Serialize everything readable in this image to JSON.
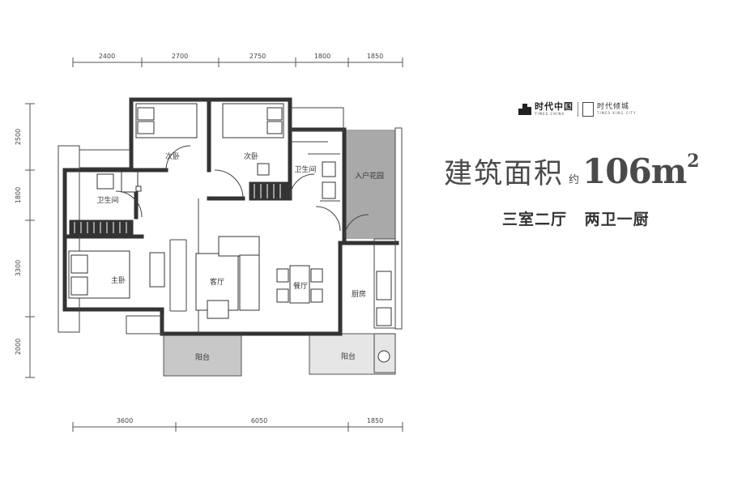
{
  "dimensions": {
    "top": [
      "2400",
      "2700",
      "2750",
      "1800",
      "1850"
    ],
    "bottom": [
      "3600",
      "6050",
      "1850"
    ],
    "left": [
      "2500",
      "1800",
      "3300",
      "2000"
    ]
  },
  "rooms": {
    "bedroom_secondary_1": "次卧",
    "bedroom_secondary_2": "次卧",
    "bathroom_right": "卫生间",
    "bathroom_left": "卫生间",
    "entry_garden": "入户花园",
    "master_bedroom": "主卧",
    "living_room": "客厅",
    "dining_room": "餐厅",
    "kitchen": "厨房",
    "balcony_left": "阳台",
    "balcony_right": "阳台"
  },
  "logo": {
    "brand_cn": "时代中国",
    "brand_en": "TIMES CHINA",
    "project_cn": "时代倾城",
    "project_en": "TIMES KING CITY"
  },
  "headline": {
    "label": "建筑面积",
    "approx": "约",
    "value": "106",
    "unit": "m",
    "superscript": "2"
  },
  "layout": {
    "rooms": "三室二厅",
    "facilities": "两卫一厨"
  },
  "colors": {
    "wall": "#333333",
    "garden_fill": "#a9a9a9",
    "balcony_fill": "#c8c8c8",
    "dim_line": "#555555"
  }
}
